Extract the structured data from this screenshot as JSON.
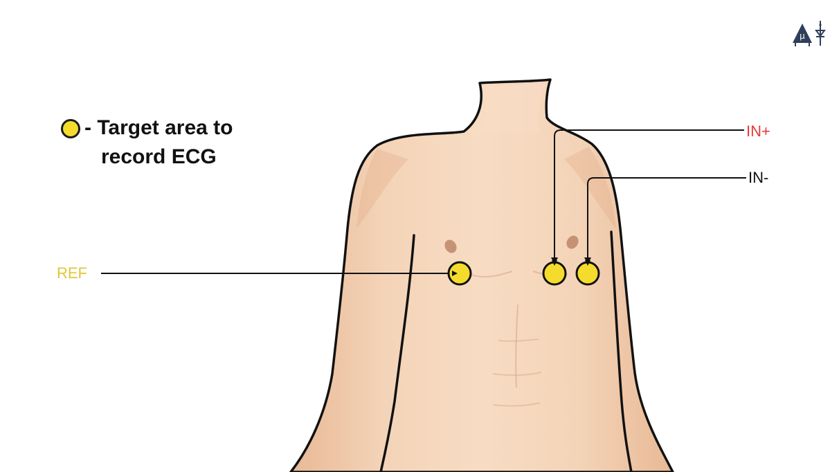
{
  "legend": {
    "line1": "- Target area to",
    "line2": "record ECG",
    "marker_color": "#f5dc2c"
  },
  "labels": {
    "in_plus": "IN+",
    "in_minus": "IN-",
    "ref": "REF"
  },
  "colors": {
    "in_plus": "#e8393b",
    "in_minus": "#111111",
    "ref": "#e2c53a",
    "electrode": "#f5dc2c",
    "skin": "#f2cfb0",
    "skin_shade": "#e6b592",
    "outline": "#111111",
    "logo": "#2f3e5a"
  },
  "logo": {
    "icon": "mu-triangle-logo-icon",
    "glyph": "μ"
  }
}
